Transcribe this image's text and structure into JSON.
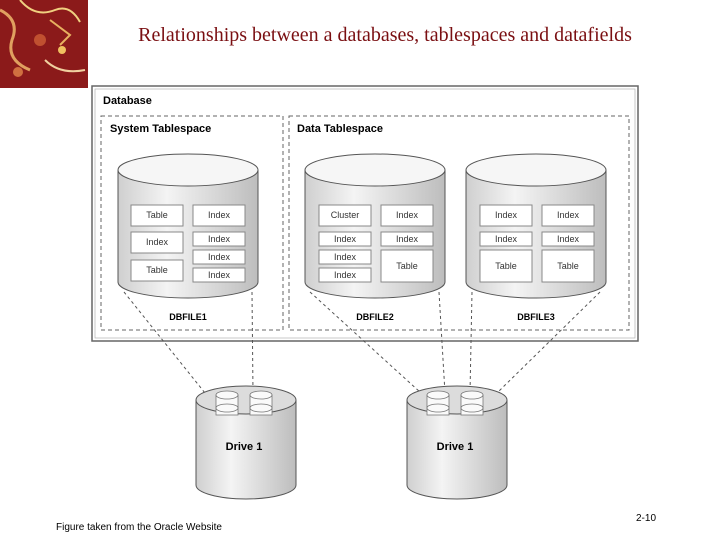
{
  "title": "Relationships between a databases, tablespaces and datafields",
  "database_label": "Database",
  "tablespaces": [
    {
      "label": "System Tablespace"
    },
    {
      "label": "Data Tablespace"
    }
  ],
  "datafiles": [
    {
      "label": "DBFILE1",
      "segments": [
        "Table",
        "Index",
        "Index",
        "Index",
        "Index",
        "Table",
        "Index"
      ]
    },
    {
      "label": "DBFILE2",
      "segments": [
        "Cluster",
        "Index",
        "Index",
        "Index",
        "Index",
        "Index",
        "Table"
      ]
    },
    {
      "label": "DBFILE3",
      "segments": [
        "Index",
        "Index",
        "Index",
        "Index",
        "Table",
        "Table"
      ]
    }
  ],
  "drives": [
    {
      "label": "Drive 1"
    },
    {
      "label": "Drive 1"
    }
  ],
  "caption": "Figure taken from the Oracle Website",
  "page_number": "2-10",
  "colors": {
    "title": "#7a0f12",
    "corner": "#8b1a1a",
    "cylinder_fill": "#ececec",
    "line": "#555555"
  }
}
